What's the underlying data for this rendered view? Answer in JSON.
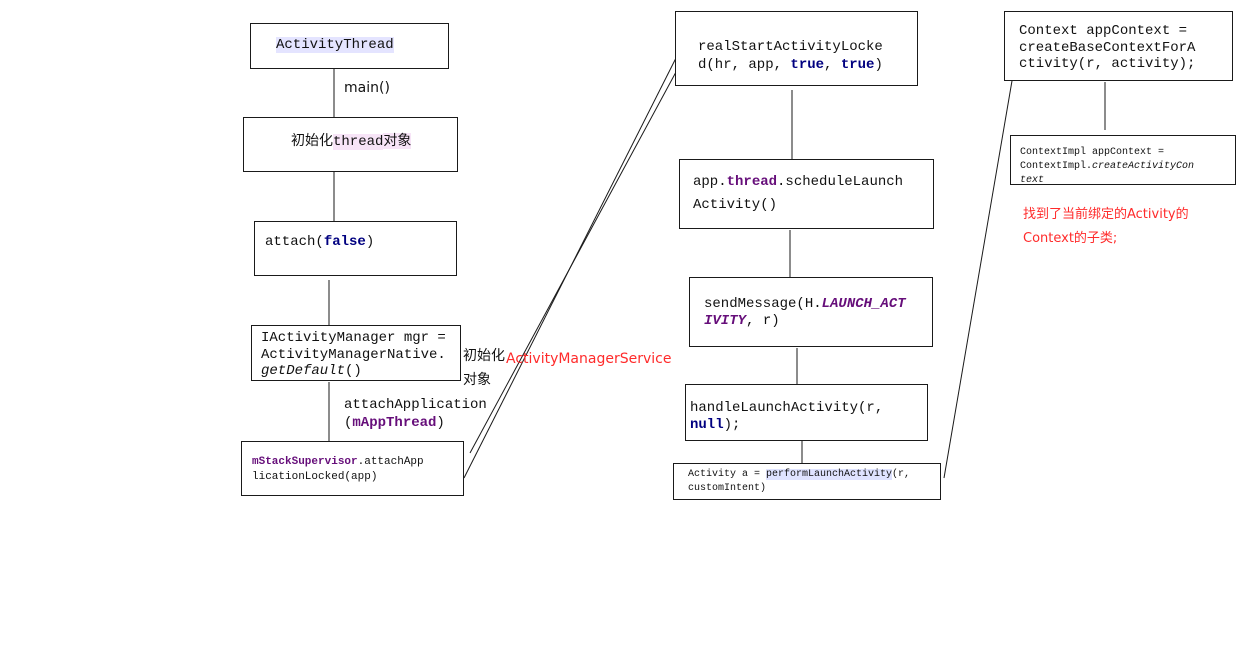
{
  "left_column": {
    "activity_thread": "ActivityThread",
    "main_call": "main()",
    "init_thread": {
      "prefix": "初始化",
      "code": "thread",
      "suffix": "对象"
    },
    "attach": {
      "fn": "attach(",
      "arg": "false",
      "close": ")"
    },
    "iam": {
      "line1": "IActivityManager mgr =",
      "line2": "ActivityManagerNative.",
      "line3_fn": "getDefault",
      "line3_rest": "()"
    },
    "init_object_label_1": "初始化",
    "init_object_label_2": "对象",
    "ams_label": "ActivityManagerService",
    "attach_application": {
      "line1": "attachApplication",
      "open": "(",
      "arg": "mAppThread",
      "close": ")"
    },
    "stack_supervisor": {
      "field": "mStackSupervisor",
      "line1_rest": ".attachApp",
      "line2": "licationLocked(app)"
    }
  },
  "middle_column": {
    "real_start": {
      "line1": "realStartActivityLocke",
      "line2_a": "d(hr, app, ",
      "true1": "true",
      "sep": ", ",
      "true2": "true",
      "close": ")"
    },
    "schedule": {
      "line1_a": "app.",
      "thread": "thread",
      "line1_b": ".scheduleLaunch",
      "line2": "Activity()"
    },
    "send_message": {
      "line1_a": "sendMessage(H.",
      "line1_b": "LAUNCH_ACT",
      "line2_a": "IVITY",
      "line2_b": ", r)"
    },
    "handle_launch": {
      "line1": "handleLaunchActivity(r,",
      "null": "null",
      "line2_rest": ");"
    },
    "perform_launch": {
      "line1_a": "Activity a = ",
      "fn": "performLaunchActivity",
      "line1_b": "(r,",
      "line2": "customIntent)"
    }
  },
  "right_column": {
    "context": {
      "line1": "Context appContext =",
      "line2": "createBaseContextForA",
      "line3": "ctivity(r, activity);"
    },
    "context_impl": {
      "line1": "ContextImpl appContext =",
      "line2_a": "ContextImpl.",
      "line2_fn": "createActivityCon",
      "line3": "text"
    },
    "note_line1": "找到了当前绑定的Activity的",
    "note_line2": "Context的子类;"
  },
  "colors": {
    "keyword": "#000080",
    "field": "#660e7a",
    "note": "#ff2b2b"
  }
}
